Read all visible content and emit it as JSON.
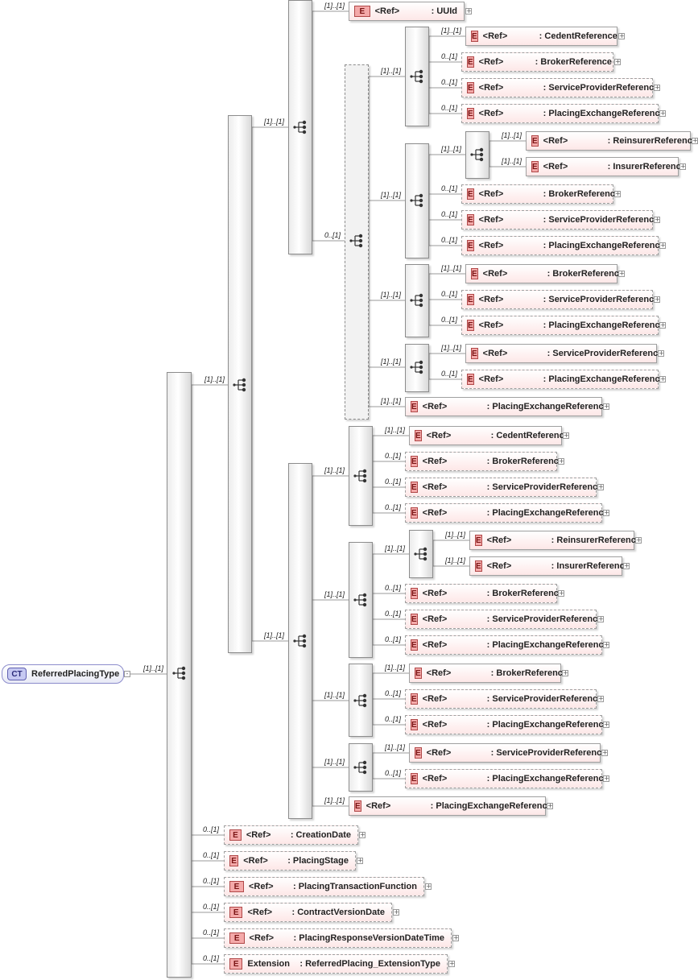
{
  "root": {
    "badge": "CT",
    "label": "ReferredPlacingType"
  },
  "badges": {
    "element": "E"
  },
  "multiplicity": {
    "one": "[1]..[1]",
    "opt": "0..[1]"
  },
  "ref_prefix": "<Ref>",
  "elements": [
    {
      "id": "uuid",
      "name": ": UUId"
    },
    {
      "id": "c1",
      "name": ": CedentReference"
    },
    {
      "id": "b1",
      "name": ": BrokerReference"
    },
    {
      "id": "s1",
      "name": ": ServiceProviderReference"
    },
    {
      "id": "p1",
      "name": ": PlacingExchangeReference"
    },
    {
      "id": "r1",
      "name": ": ReinsurerReference"
    },
    {
      "id": "i1",
      "name": ": InsurerReference"
    },
    {
      "id": "b2",
      "name": ": BrokerReference"
    },
    {
      "id": "s2",
      "name": ": ServiceProviderReference"
    },
    {
      "id": "p2",
      "name": ": PlacingExchangeReference"
    },
    {
      "id": "b3",
      "name": ": BrokerReference"
    },
    {
      "id": "s3",
      "name": ": ServiceProviderReference"
    },
    {
      "id": "p3",
      "name": ": PlacingExchangeReference"
    },
    {
      "id": "s4",
      "name": ": ServiceProviderReference"
    },
    {
      "id": "p4",
      "name": ": PlacingExchangeReference"
    },
    {
      "id": "p5",
      "name": ": PlacingExchangeReference"
    },
    {
      "id": "c6",
      "name": ": CedentReference"
    },
    {
      "id": "b6",
      "name": ": BrokerReference"
    },
    {
      "id": "s6",
      "name": ": ServiceProviderReference"
    },
    {
      "id": "p6",
      "name": ": PlacingExchangeReference"
    },
    {
      "id": "r7",
      "name": ": ReinsurerReference"
    },
    {
      "id": "i7",
      "name": ": InsurerReference"
    },
    {
      "id": "b7",
      "name": ": BrokerReference"
    },
    {
      "id": "s7",
      "name": ": ServiceProviderReference"
    },
    {
      "id": "p7",
      "name": ": PlacingExchangeReference"
    },
    {
      "id": "b8",
      "name": ": BrokerReference"
    },
    {
      "id": "s8",
      "name": ": ServiceProviderReference"
    },
    {
      "id": "p8",
      "name": ": PlacingExchangeReference"
    },
    {
      "id": "s9",
      "name": ": ServiceProviderReference"
    },
    {
      "id": "p9",
      "name": ": PlacingExchangeReference"
    },
    {
      "id": "p10",
      "name": ": PlacingExchangeReference"
    },
    {
      "id": "cd",
      "name": ": CreationDate"
    },
    {
      "id": "ps",
      "name": ": PlacingStage"
    },
    {
      "id": "ptf",
      "name": ": PlacingTransactionFunction"
    },
    {
      "id": "cvd",
      "name": ": ContractVersionDate"
    },
    {
      "id": "prv",
      "name": ": PlacingResponseVersionDateTime"
    },
    {
      "id": "ext",
      "prefix": "Extension",
      "name": ": ReferredPlacing_ExtensionType"
    }
  ]
}
